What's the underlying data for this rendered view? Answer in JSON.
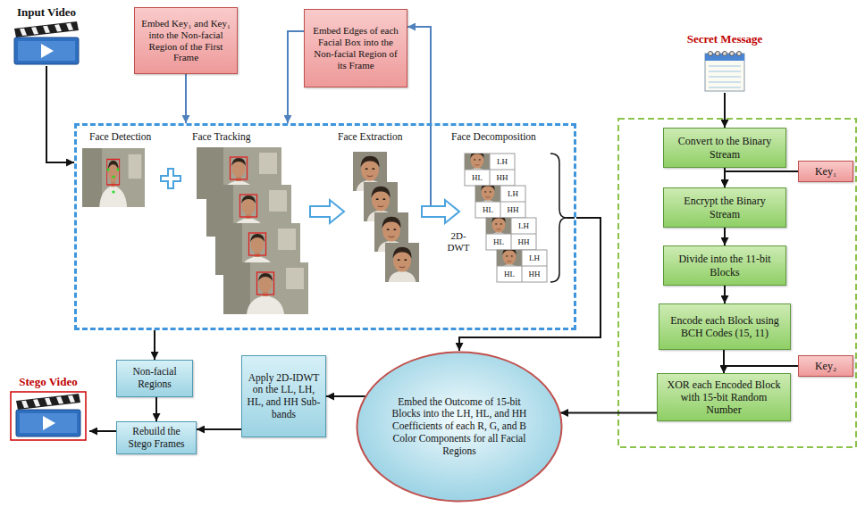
{
  "diagram": {
    "nodes": [
      {
        "text": [
          "Input Video"
        ]
      },
      {
        "text": [
          "Embed Key₁ and Key₁ into the Non-facial Region of the First Frame"
        ]
      },
      {
        "text": [
          "Embed Edges of each Facial Box into the Non-facial Region of its Frame"
        ]
      },
      {
        "text": [
          "Secret Message"
        ]
      },
      {
        "text": [
          "Face Detection",
          "Face Tracking",
          "Face Extraction",
          "Face Decomposition"
        ]
      },
      {
        "text": [
          "Convert to the Binary Stream"
        ]
      },
      {
        "text": [
          "Key₁"
        ]
      },
      {
        "text": [
          "Encrypt the Binary Stream"
        ]
      },
      {
        "text": [
          "Divide into the 11-bit Blocks"
        ]
      },
      {
        "text": [
          "Encode each Block using BCH Codes (15, 11)"
        ]
      },
      {
        "text": [
          "Key₂"
        ]
      },
      {
        "text": [
          "XOR each Encoded Block with 15-bit Random Number"
        ]
      },
      {
        "text": [
          "Non-facial Regions"
        ]
      },
      {
        "text": [
          "Apply 2D-IDWT on the LL, LH, HL, and HH Sub-bands"
        ]
      },
      {
        "text": [
          "Embed the Outcome of 15-bit Blocks into the LH, HL, and HH Coefficients of each R, G, and B Color Components for all Facial Regions"
        ]
      },
      {
        "text": [
          "Stego Video"
        ]
      },
      {
        "text": [
          "Rebuild the Stego Frames"
        ]
      }
    ],
    "edges": [
      {
        "from": 0,
        "to": 4,
        "arrow": "to"
      },
      {
        "from": 1,
        "to": 4,
        "arrow": "to"
      },
      {
        "from": 2,
        "to": 4,
        "arrow": "to"
      },
      {
        "from": 4,
        "to": 2,
        "arrow": "to"
      },
      {
        "from": 4,
        "to": 12,
        "arrow": "to"
      },
      {
        "from": 4,
        "to": 14,
        "arrow": "to"
      },
      {
        "from": 3,
        "to": 5,
        "arrow": "to"
      },
      {
        "from": 5,
        "to": 7,
        "arrow": "to"
      },
      {
        "from": 6,
        "to": 7,
        "arrow": "to"
      },
      {
        "from": 7,
        "to": 8,
        "arrow": "to"
      },
      {
        "from": 8,
        "to": 9,
        "arrow": "to"
      },
      {
        "from": 9,
        "to": 11,
        "arrow": "to"
      },
      {
        "from": 10,
        "to": 11,
        "arrow": "to"
      },
      {
        "from": 11,
        "to": 14,
        "arrow": "to"
      },
      {
        "from": 14,
        "to": 13,
        "arrow": "to"
      },
      {
        "from": 13,
        "to": 16,
        "arrow": "to"
      },
      {
        "from": 12,
        "to": 16,
        "arrow": "to"
      },
      {
        "from": 16,
        "to": 15,
        "arrow": "to"
      }
    ],
    "labels": [
      "2D- DWT",
      "LH",
      "HL",
      "HH",
      "LH",
      "HL",
      "HH",
      "LH",
      "HL",
      "HH",
      "LH",
      "HL",
      "HH"
    ]
  }
}
